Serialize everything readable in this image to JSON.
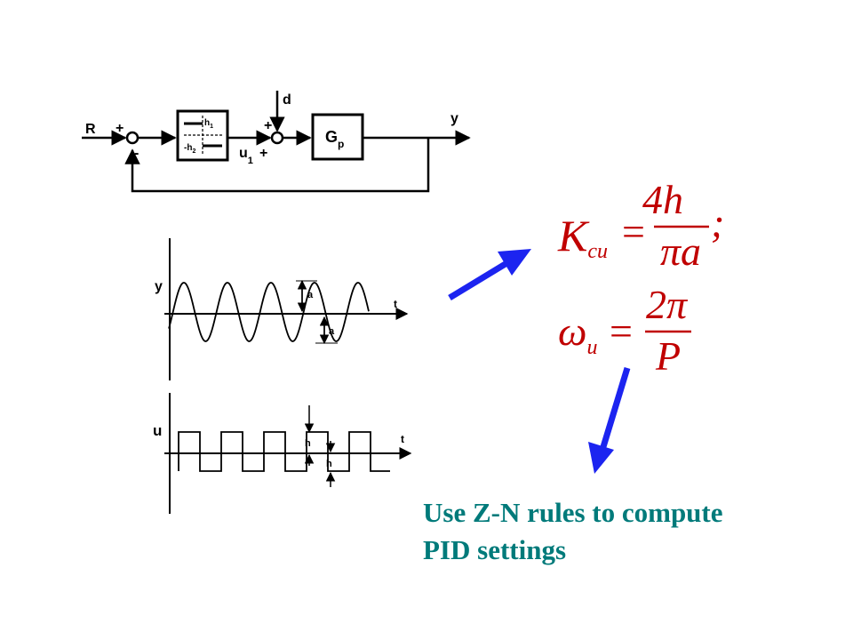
{
  "block_diagram": {
    "ref": "R",
    "plus1": "+",
    "minus1": "-",
    "relay_hi": "h",
    "relay_hi_sub": "1",
    "relay_lo": "-h",
    "relay_lo_sub": "2",
    "u": "u",
    "u_sub": "1",
    "plus2": "+",
    "plus3": "+",
    "disturbance": "d",
    "plant": "G",
    "plant_sub": "p",
    "output": "y"
  },
  "y_plot": {
    "ylabel": "y",
    "xlabel": "t",
    "amp_up": "a",
    "amp_down": "a"
  },
  "u_plot": {
    "ylabel": "u",
    "xlabel": "t",
    "amp_up": "h",
    "amp_down": "h"
  },
  "equations": {
    "kcu": {
      "lhs": "K",
      "lhs_sub": "cu",
      "eq": "=",
      "num": "4h",
      "den": "πa",
      "end": ";"
    },
    "wu": {
      "lhs": "ω",
      "lhs_sub": "u",
      "eq": "=",
      "num": "2π",
      "den": "P"
    }
  },
  "conclusion": {
    "line1": "Use Z-N rules to compute",
    "line2": "PID settings"
  },
  "colors": {
    "arrow": "#1c24f0",
    "equation": "#c00000",
    "text": "#007a7a"
  }
}
